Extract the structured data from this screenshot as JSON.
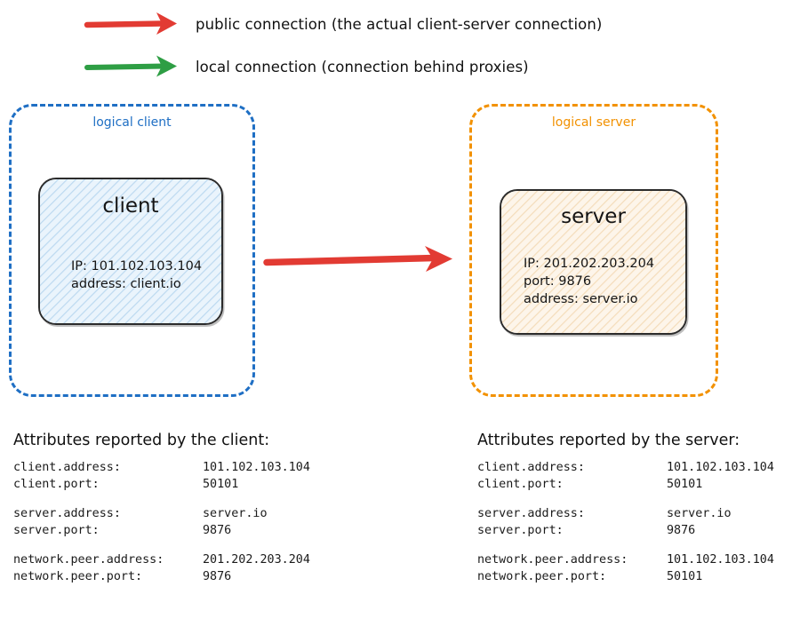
{
  "legend": {
    "items": [
      {
        "icon": "red-arrow-icon",
        "color": "#e23b33",
        "label": "public connection (the actual client-server connection)"
      },
      {
        "icon": "green-arrow-icon",
        "color": "#2e9e44",
        "label": "local connection (connection behind proxies)"
      }
    ]
  },
  "diagram": {
    "connection_arrow": {
      "icon": "public-connection-arrow-icon",
      "color": "#e23b33"
    },
    "client_container": {
      "label": "logical client",
      "color": "#1f6fc4",
      "node": {
        "title": "client",
        "fill": "#e8f2fb",
        "hatch": "#bcd9f0",
        "lines": [
          "IP: 101.102.103.104",
          "address: client.io"
        ]
      }
    },
    "server_container": {
      "label": "logical server",
      "color": "#f29100",
      "node": {
        "title": "server",
        "fill": "#fdf4e7",
        "hatch": "#f3d9b5",
        "lines": [
          "IP: 201.202.203.204",
          "port: 9876",
          "address: server.io"
        ]
      }
    }
  },
  "attributes": {
    "client": {
      "heading": "Attributes reported by the client:",
      "groups": [
        [
          {
            "key": "client.address:",
            "value": "101.102.103.104"
          },
          {
            "key": "client.port:",
            "value": "50101"
          }
        ],
        [
          {
            "key": "server.address:",
            "value": "server.io"
          },
          {
            "key": "server.port:",
            "value": "9876"
          }
        ],
        [
          {
            "key": "network.peer.address:",
            "value": "201.202.203.204"
          },
          {
            "key": "network.peer.port:",
            "value": "9876"
          }
        ]
      ]
    },
    "server": {
      "heading": "Attributes reported by the server:",
      "groups": [
        [
          {
            "key": "client.address:",
            "value": "101.102.103.104"
          },
          {
            "key": "client.port:",
            "value": "50101"
          }
        ],
        [
          {
            "key": "server.address:",
            "value": "server.io"
          },
          {
            "key": "server.port:",
            "value": "9876"
          }
        ],
        [
          {
            "key": "network.peer.address:",
            "value": "101.102.103.104"
          },
          {
            "key": "network.peer.port:",
            "value": "50101"
          }
        ]
      ]
    }
  }
}
